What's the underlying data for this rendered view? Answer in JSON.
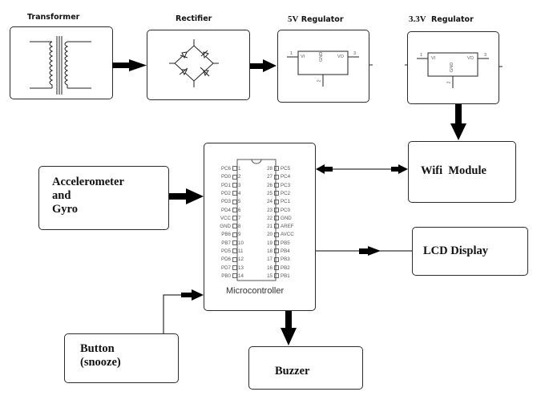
{
  "diagram": {
    "title": "System block diagram",
    "blocks": {
      "transformer": {
        "label": "Transformer"
      },
      "rectifier": {
        "label": "Rectifier"
      },
      "regulator5v": {
        "label_prefix": "5V",
        "label_suffix": "Regulator",
        "pin_in": "VI",
        "pin_out": "VO",
        "pin_gnd": "GND",
        "pin1": "1",
        "pin2": "2",
        "pin3": "3"
      },
      "regulator33v": {
        "label_prefix": "3.3V",
        "label_suffix": "Regulator",
        "pin_in": "VI",
        "pin_out": "VO",
        "pin_gnd": "GND",
        "pin1": "1",
        "pin2": "2",
        "pin3": "3"
      },
      "microcontroller": {
        "label": "Microcontroller",
        "left_pins": [
          {
            "name": "PC6",
            "num": "1"
          },
          {
            "name": "PD0",
            "num": "2"
          },
          {
            "name": "PD1",
            "num": "3"
          },
          {
            "name": "PD2",
            "num": "4"
          },
          {
            "name": "PD3",
            "num": "5"
          },
          {
            "name": "PD4",
            "num": "6"
          },
          {
            "name": "VCC",
            "num": "7"
          },
          {
            "name": "GND",
            "num": "8"
          },
          {
            "name": "PB6",
            "num": "9"
          },
          {
            "name": "PB7",
            "num": "10"
          },
          {
            "name": "PD5",
            "num": "11"
          },
          {
            "name": "PD6",
            "num": "12"
          },
          {
            "name": "PD7",
            "num": "13"
          },
          {
            "name": "PB0",
            "num": "14"
          }
        ],
        "right_pins": [
          {
            "name": "PC5",
            "num": "28"
          },
          {
            "name": "PC4",
            "num": "27"
          },
          {
            "name": "PC3",
            "num": "26"
          },
          {
            "name": "PC2",
            "num": "25"
          },
          {
            "name": "PC1",
            "num": "24"
          },
          {
            "name": "PC0",
            "num": "23"
          },
          {
            "name": "GND",
            "num": "22"
          },
          {
            "name": "AREF",
            "num": "21"
          },
          {
            "name": "AVCC",
            "num": "20"
          },
          {
            "name": "PB5",
            "num": "19"
          },
          {
            "name": "PB4",
            "num": "18"
          },
          {
            "name": "PB3",
            "num": "17"
          },
          {
            "name": "PB2",
            "num": "16"
          },
          {
            "name": "PB1",
            "num": "15"
          }
        ]
      },
      "accelerometer": {
        "line1": "Accelerometer",
        "line2": "and",
        "line3": "Gyro"
      },
      "wifi": {
        "label": "Wifi  Module"
      },
      "lcd": {
        "label": "LCD Display"
      },
      "button": {
        "line1": "Button",
        "line2": "(snooze)"
      },
      "buzzer": {
        "label": "Buzzer"
      }
    },
    "connections": [
      {
        "from": "Transformer",
        "to": "Rectifier",
        "style": "thick-arrow"
      },
      {
        "from": "Rectifier",
        "to": "5V Regulator",
        "style": "thick-arrow"
      },
      {
        "from": "3.3V Regulator",
        "to": "Wifi Module",
        "style": "thick-arrow"
      },
      {
        "from": "Accelerometer and Gyro",
        "to": "Microcontroller",
        "style": "thick-arrow"
      },
      {
        "from": "Microcontroller",
        "to": "Wifi Module",
        "style": "bidirectional"
      },
      {
        "from": "Microcontroller",
        "to": "LCD Display",
        "style": "line-arrow"
      },
      {
        "from": "Button (snooze)",
        "to": "Microcontroller",
        "style": "elbow-arrow"
      },
      {
        "from": "Microcontroller",
        "to": "Buzzer",
        "style": "thick-arrow"
      }
    ]
  }
}
